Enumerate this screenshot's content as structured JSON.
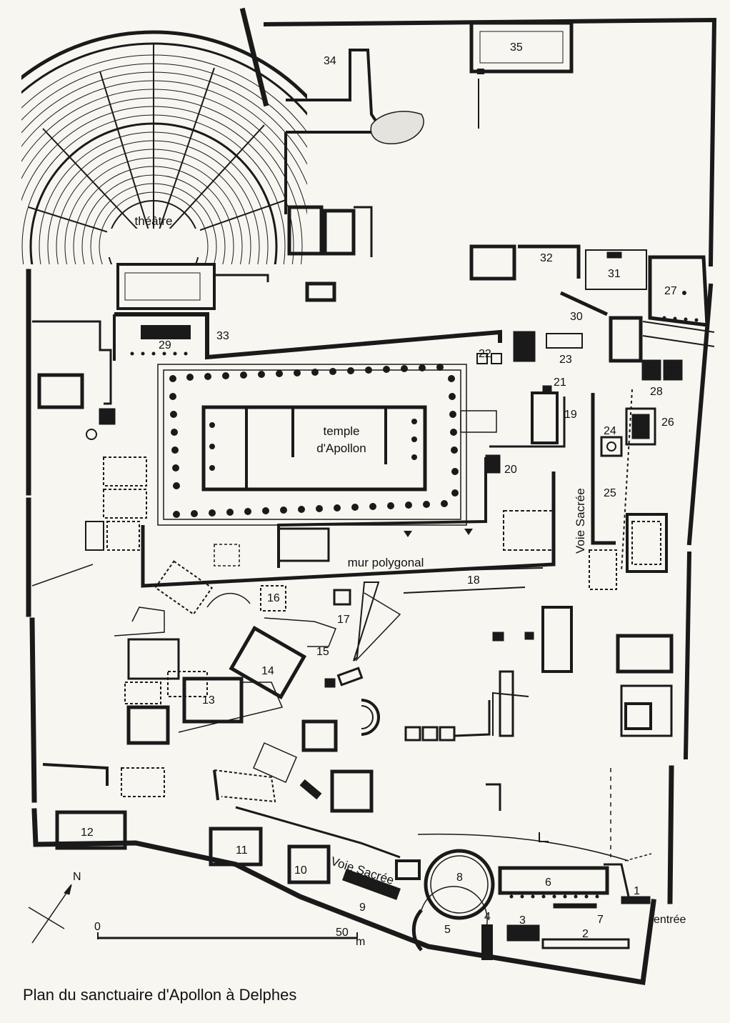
{
  "caption": "Plan du sanctuaire d'Apollon à Delphes",
  "labels": {
    "theatre": "théâtre",
    "temple_line1": "temple",
    "temple_line2": "d'Apollon",
    "mur_polygonal": "mur polygonal",
    "voie_sacree_vertical": "Voie Sacrée",
    "voie_sacree_lower": "Voie Sacrée",
    "entree": "entrée"
  },
  "scale": {
    "zero": "0",
    "fifty": "50",
    "unit": "m"
  },
  "north": "N",
  "monuments": [
    "1",
    "2",
    "3",
    "4",
    "5",
    "6",
    "7",
    "8",
    "9",
    "10",
    "11",
    "12",
    "13",
    "14",
    "15",
    "16",
    "17",
    "18",
    "19",
    "20",
    "21",
    "22",
    "23",
    "24",
    "25",
    "26",
    "27",
    "28",
    "29",
    "30",
    "31",
    "32",
    "33",
    "34",
    "35"
  ],
  "colors": {
    "ink": "#1a1a1a",
    "paper": "#f7f6f1"
  }
}
